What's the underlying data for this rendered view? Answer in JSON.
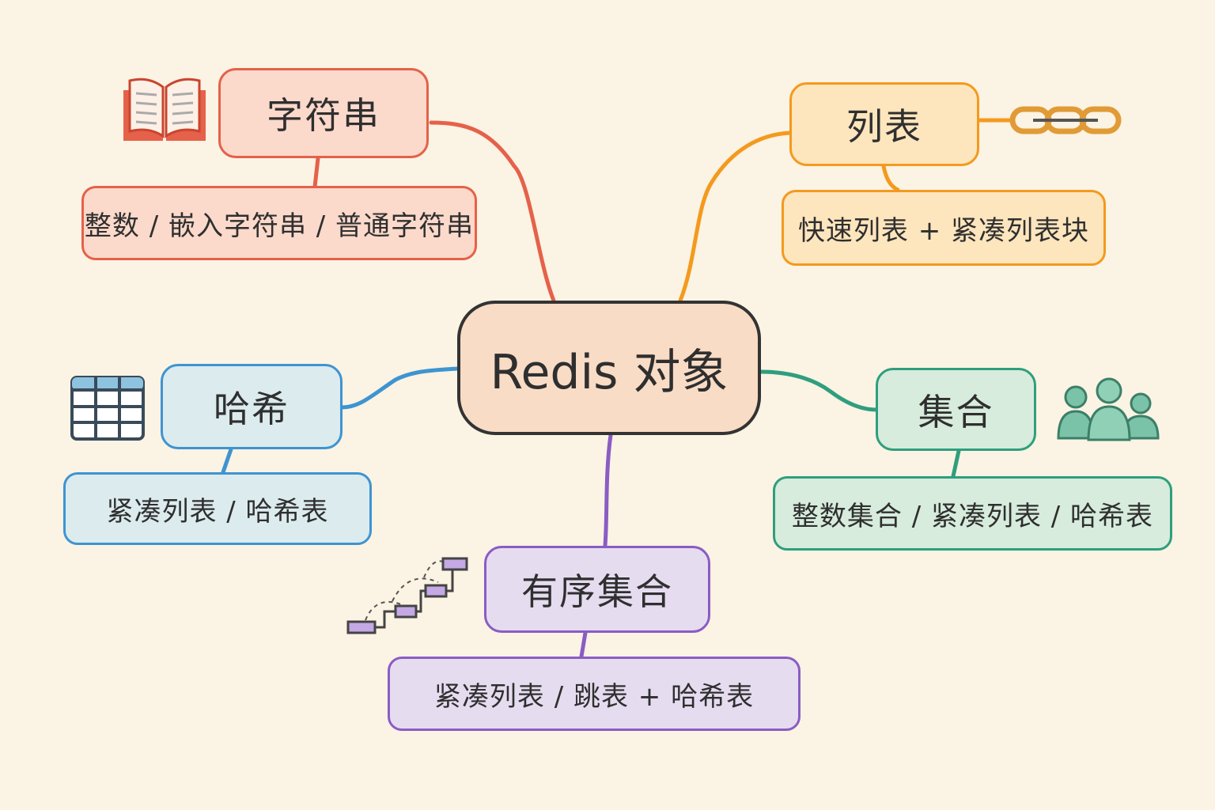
{
  "center": {
    "label": "Redis 对象",
    "border": "#333333",
    "fill": "#f9dcc6"
  },
  "branches": [
    {
      "id": "string",
      "label": "字符串",
      "detail": "整数 / 嵌入字符串 / 普通字符串",
      "color": "#e5614a",
      "fill": "#fbd9cb",
      "icon": "book-icon"
    },
    {
      "id": "list",
      "label": "列表",
      "detail": "快速列表 + 紧凑列表块",
      "color": "#f39a1e",
      "fill": "#fde5bd",
      "icon": "chain-icon"
    },
    {
      "id": "hash",
      "label": "哈希",
      "detail": "紧凑列表 / 哈希表",
      "color": "#3e94d1",
      "fill": "#dcebee",
      "icon": "table-icon"
    },
    {
      "id": "set",
      "label": "集合",
      "detail": "整数集合 / 紧凑列表 / 哈希表",
      "color": "#2f9e7e",
      "fill": "#d7ecdc",
      "icon": "people-icon"
    },
    {
      "id": "zset",
      "label": "有序集合",
      "detail": "紧凑列表 / 跳表 + 哈希表",
      "color": "#8a5cc4",
      "fill": "#e6dcf0",
      "icon": "skiplist-icon"
    }
  ]
}
